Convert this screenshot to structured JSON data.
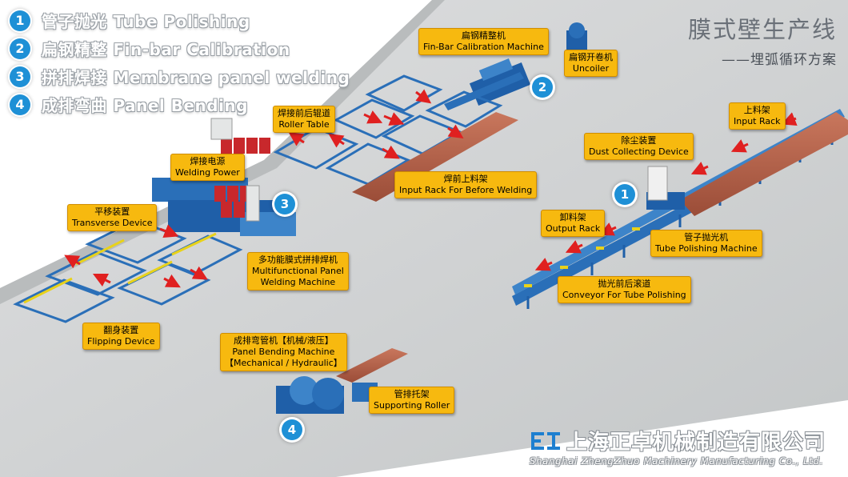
{
  "colors": {
    "floor": "#d2d4d4",
    "floor_edge": "#a9adae",
    "steel_blue": "#1f5fa8",
    "rack_blue": "#2a6fb8",
    "panel_brown": "#b4604a",
    "arrow_red": "#e02020",
    "callout_fill": "#f7b90f",
    "badge_blue": "#1e90d6",
    "machine_red": "#c8282c",
    "yellow": "#e8d21a"
  },
  "legend": [
    {
      "num": "1",
      "text": "管子抛光 Tube Polishing"
    },
    {
      "num": "2",
      "text": "扁钢精整 Fin-bar Calibration"
    },
    {
      "num": "3",
      "text": "拼排焊接 Membrane panel welding"
    },
    {
      "num": "4",
      "text": "成排弯曲 Panel Bending"
    }
  ],
  "title": {
    "main": "膜式壁生产线",
    "sub": "——埋弧循环方案"
  },
  "stage_badges": {
    "s1": "1",
    "s2": "2",
    "s3": "3",
    "s4": "4"
  },
  "callouts": {
    "fin_bar_machine": {
      "cn": "扁钢精整机",
      "en": "Fin-Bar Calibration Machine"
    },
    "uncoiler": {
      "cn": "扁钢开卷机",
      "en": "Uncoiler"
    },
    "roller_table": {
      "cn": "焊接前后辊道",
      "en": "Roller Table"
    },
    "welding_power": {
      "cn": "焊接电源",
      "en": "Welding Power"
    },
    "input_rack_welding": {
      "cn": "焊前上料架",
      "en": "Input Rack For Before Welding"
    },
    "transverse": {
      "cn": "平移装置",
      "en": "Transverse Device"
    },
    "multi_welding": {
      "cn": "多功能膜式拼排焊机",
      "en1": "Multifunctional Panel",
      "en2": "Welding Machine"
    },
    "flipping": {
      "cn": "翻身装置",
      "en": "Flipping Device"
    },
    "input_rack": {
      "cn": "上料架",
      "en": "Input Rack"
    },
    "dust": {
      "cn": "除尘装置",
      "en": "Dust Collecting Device"
    },
    "output_rack": {
      "cn": "卸料架",
      "en": "Output Rack"
    },
    "tube_polishing": {
      "cn": "管子抛光机",
      "en": "Tube Polishing Machine"
    },
    "conveyor": {
      "cn": "抛光前后滚道",
      "en": "Conveyor For Tube Polishing"
    },
    "bending": {
      "cn": "成排弯管机【机械/液压】",
      "en1": "Panel Bending Machine",
      "en2": "【Mechanical / Hydraulic】"
    },
    "supporting_roller": {
      "cn": "管排托架",
      "en": "Supporting Roller"
    }
  },
  "company": {
    "cn": "上海正卓机械制造有限公司",
    "en": "Shanghai ZhengZhuo Machinery Manufacturing Co., Ltd."
  }
}
